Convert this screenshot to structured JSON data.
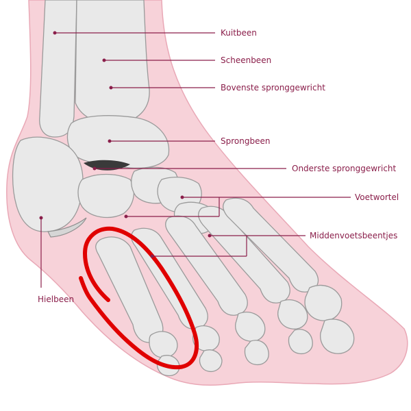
{
  "labels": {
    "kuitbeen": "Kuitbeen",
    "scheenbeen": "Scheenbeen",
    "bovenste_spronggewricht": "Bovenste spronggewricht",
    "sprongbeen": "Sprongbeen",
    "onderste_spronggewricht": "Onderste spronggewricht",
    "voetwortel": "Voetwortel",
    "middenvoetsbeentjes": "Middenvoetsbeentjes",
    "hielbeen": "Hielbeen"
  },
  "colors": {
    "label": "#8a1e4a",
    "skin": "#f7d2d9",
    "bone": "#e9e9e9",
    "highlight_marker": "#e00000"
  },
  "icons": {
    "highlight": "hand-drawn-circle-icon"
  }
}
